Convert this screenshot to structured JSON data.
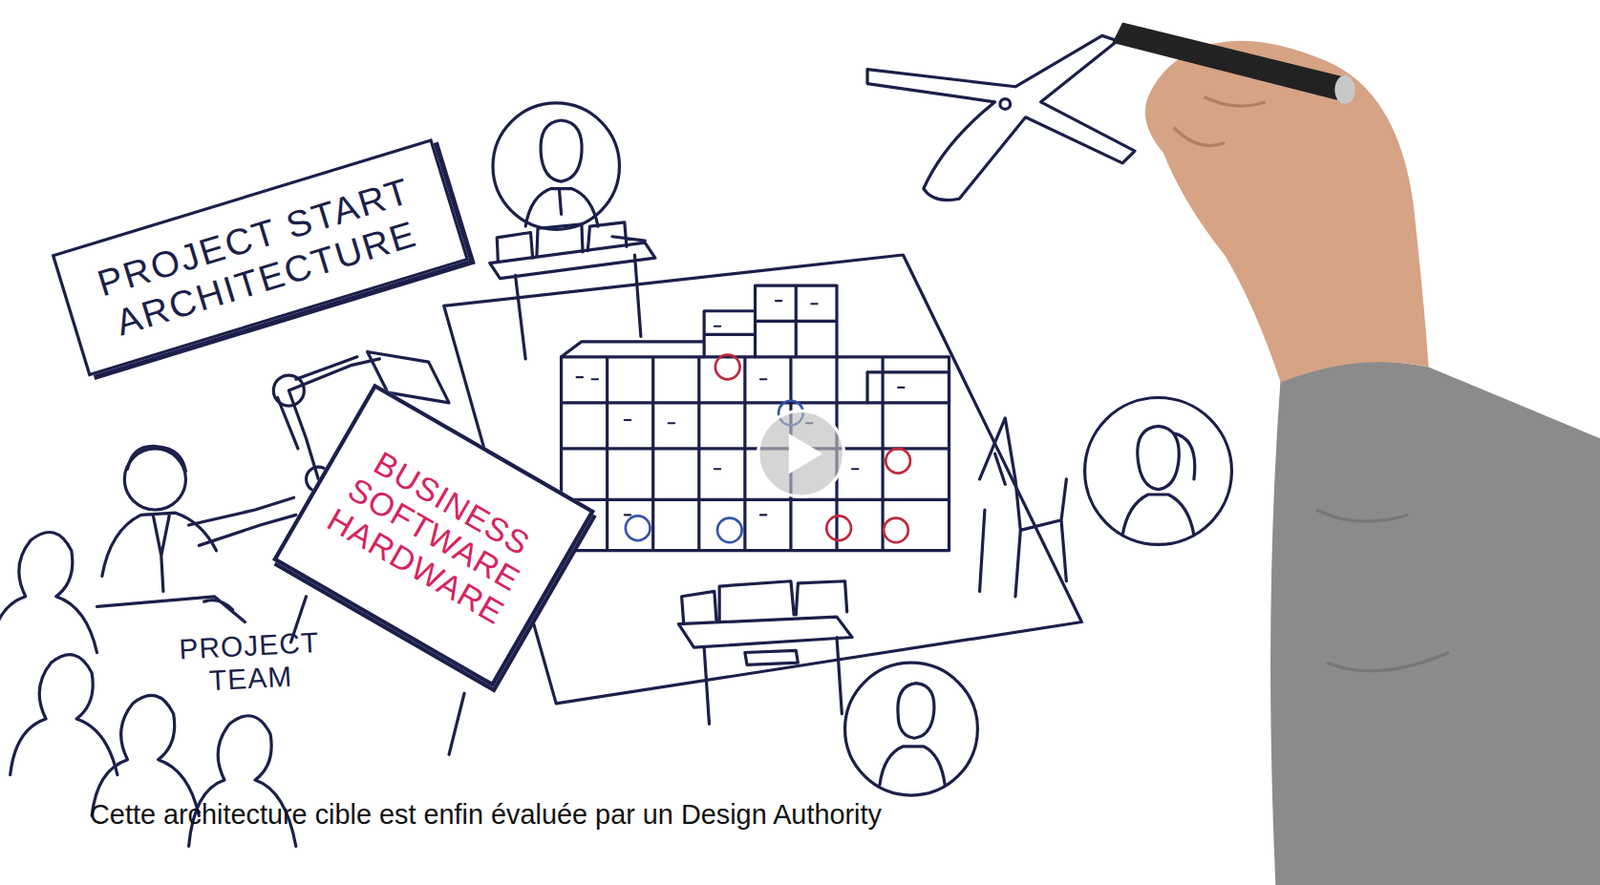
{
  "diagram": {
    "caption": "Cette architecture cible est enfin évaluée par un Design Authority",
    "nodes": [
      {
        "text": [
          "PROJECT START ARCHITECTURE"
        ]
      },
      {
        "text": [
          "BUSINESS SOFTWARE HARDWARE"
        ]
      }
    ],
    "labels": [
      "PROJECT TEAM"
    ]
  }
}
